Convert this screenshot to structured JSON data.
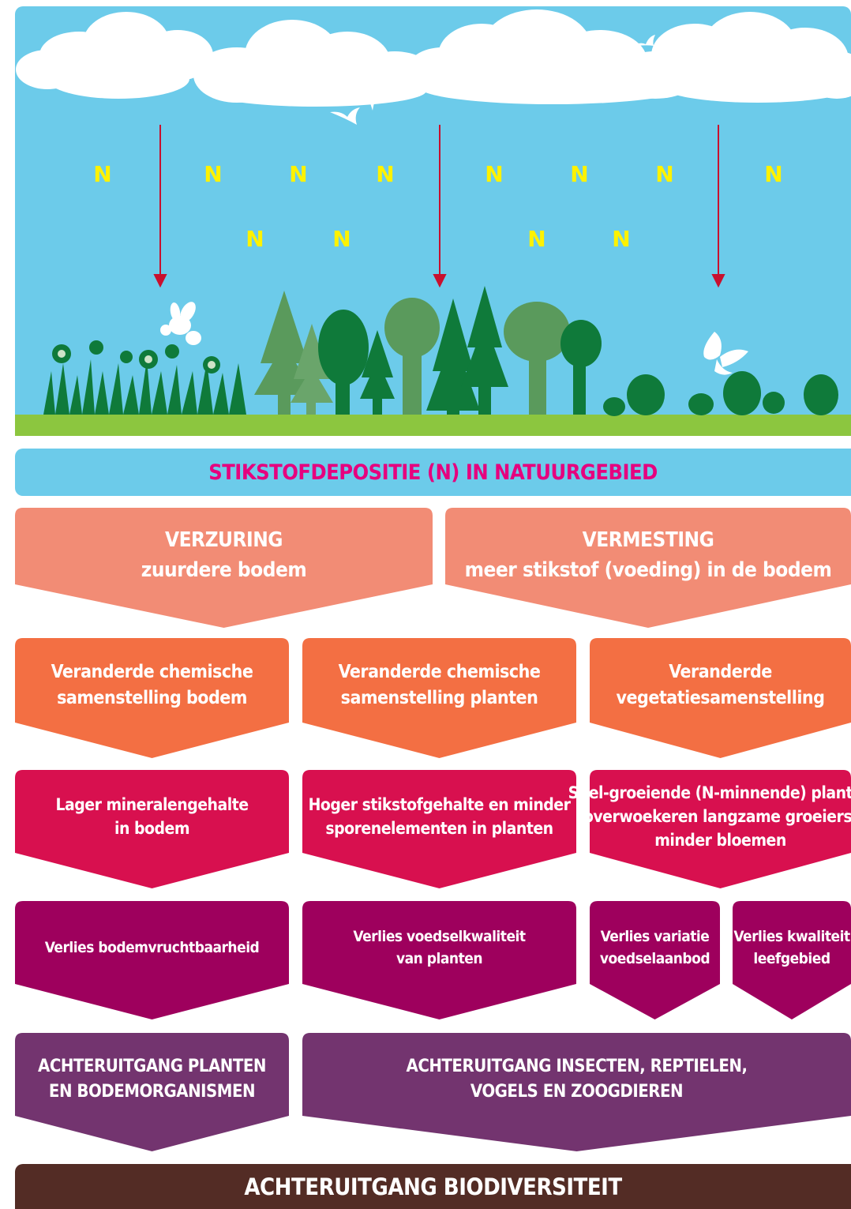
{
  "colors": {
    "sky": "#6ccbea",
    "grass": "#8cc63f",
    "cloud": "#ffffff",
    "arrow": "#c8102e",
    "nitrogen_letter": "#fff200",
    "header_bar": "#6ccbea",
    "header_text": "#e6007e",
    "row1": "#f28c75",
    "row2": "#f36f43",
    "row3": "#d8104f",
    "row4": "#9e005d",
    "row5": "#73346f",
    "footer": "#532c25"
  },
  "sky_scene": {
    "nitrogen_letters": [
      "N",
      "N",
      "N",
      "N",
      "N",
      "N",
      "N",
      "N",
      "N",
      "N",
      "N",
      "N"
    ],
    "icons": [
      "cloud-icon",
      "bird-icon",
      "arrow-down-icon",
      "bee-icon",
      "butterfly-icon",
      "flower-icon",
      "conifer-tree-icon",
      "deciduous-tree-icon",
      "grass-tuft-icon"
    ]
  },
  "header": {
    "title": "STIKSTOFDEPOSITIE (N) IN NATUURGEBIED"
  },
  "row1": [
    {
      "lines": [
        "VERZURING",
        "zuurdere bodem"
      ]
    },
    {
      "lines": [
        "VERMESTING",
        "meer stikstof (voeding) in de bodem"
      ]
    }
  ],
  "row2": [
    {
      "lines": [
        "Veranderde chemische",
        "samenstelling bodem"
      ]
    },
    {
      "lines": [
        "Veranderde chemische",
        "samenstelling planten"
      ]
    },
    {
      "lines": [
        "Veranderde",
        "vegetatiesamenstelling"
      ]
    }
  ],
  "row3": [
    {
      "lines": [
        "Lager mineralengehalte",
        "in bodem"
      ]
    },
    {
      "lines": [
        "Hoger stikstofgehalte en minder",
        "sporenelementen in planten"
      ]
    },
    {
      "lines": [
        "Snel-groeiende (N-minnende) planten",
        "overwoekeren langzame groeiers;",
        "minder bloemen"
      ]
    }
  ],
  "row4": [
    {
      "lines": [
        "Verlies bodemvruchtbaarheid"
      ]
    },
    {
      "lines": [
        "Verlies voedselkwaliteit",
        "van planten"
      ]
    },
    {
      "lines": [
        "Verlies variatie",
        "voedselaanbod"
      ]
    },
    {
      "lines": [
        "Verlies kwaliteit",
        "leefgebied"
      ]
    }
  ],
  "row5": [
    {
      "lines": [
        "ACHTERUITGANG PLANTEN",
        "EN BODEMORGANISMEN"
      ]
    },
    {
      "lines": [
        "ACHTERUITGANG INSECTEN, REPTIELEN,",
        "VOGELS EN ZOOGDIEREN"
      ]
    }
  ],
  "footer": {
    "title": "ACHTERUITGANG BIODIVERSITEIT"
  }
}
